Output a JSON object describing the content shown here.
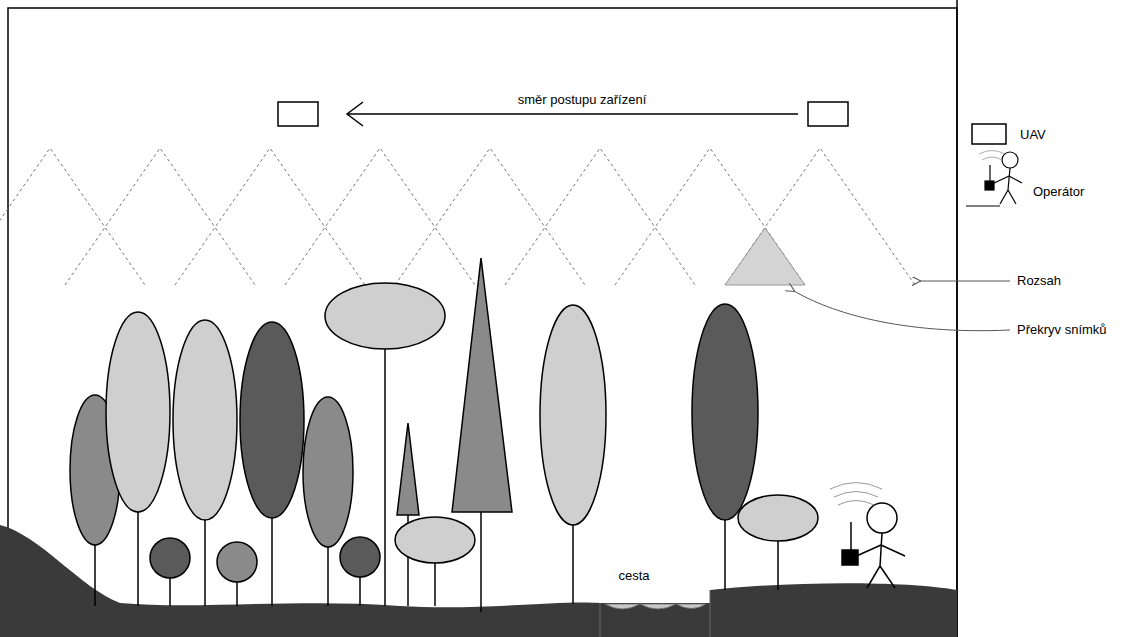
{
  "diagram": {
    "labels": [
      "směr postupu zařízení",
      "cesta",
      "Rozsah",
      "Překryv snímků"
    ],
    "legend": [
      {
        "text": "UAV"
      },
      {
        "text": "Operátor"
      }
    ]
  }
}
